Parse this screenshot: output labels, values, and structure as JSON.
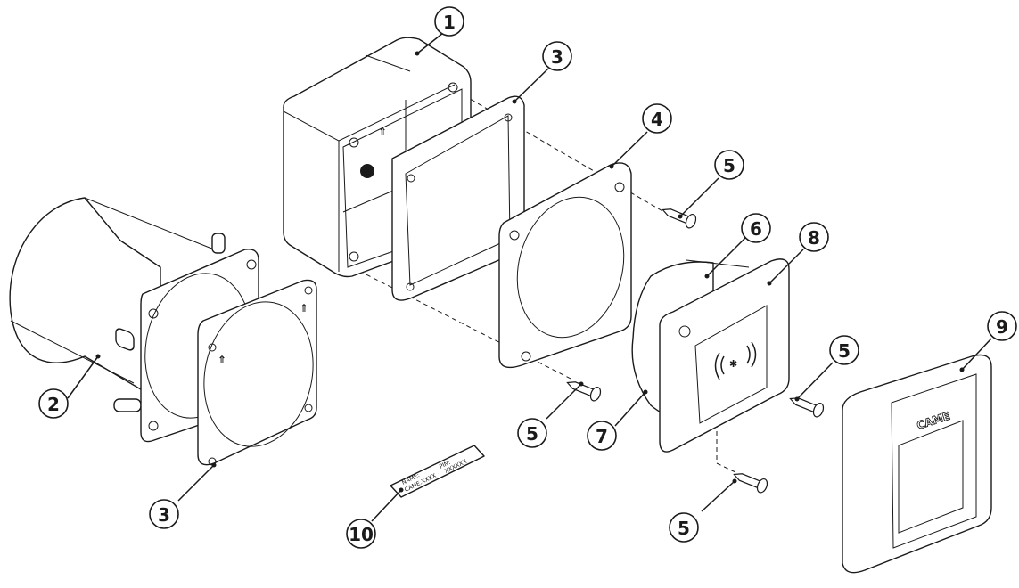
{
  "diagram": {
    "type": "exploded-assembly",
    "colors": {
      "line": "#1a1a1a",
      "background": "#ffffff"
    },
    "parts": [
      {
        "id": "1",
        "name": "surface-mount-box"
      },
      {
        "id": "2",
        "name": "flush-mount-box"
      },
      {
        "id": "3",
        "name": "gasket"
      },
      {
        "id": "4",
        "name": "mounting-frame"
      },
      {
        "id": "5",
        "name": "screw"
      },
      {
        "id": "6",
        "name": "reader-body"
      },
      {
        "id": "7",
        "name": "rear-connector"
      },
      {
        "id": "8",
        "name": "front-panel"
      },
      {
        "id": "9",
        "name": "cover"
      },
      {
        "id": "10",
        "name": "id-label"
      }
    ],
    "callouts": [
      "1",
      "2",
      "3",
      "3",
      "4",
      "5",
      "5",
      "5",
      "5",
      "6",
      "7",
      "8",
      "9",
      "10"
    ],
    "label": {
      "name_label": "NAME:",
      "name_value": "CAME.XXXX",
      "pin_label": "PIN:",
      "pin_value": "XXXXXX"
    },
    "brand_logo": "CAME",
    "rfid_icon": "contactless-icon"
  }
}
